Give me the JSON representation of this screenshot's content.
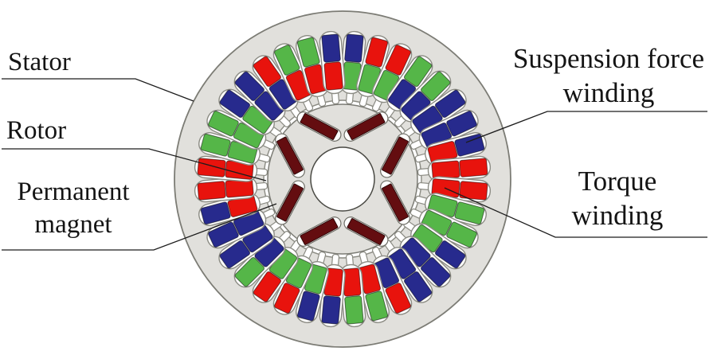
{
  "labels": {
    "stator": "Stator",
    "rotor": "Rotor",
    "permanent_magnet_line1": "Permanent",
    "permanent_magnet_line2": "magnet",
    "suspension_line1": "Suspension force",
    "suspension_line2": "winding",
    "torque_line1": "Torque",
    "torque_line2": "winding"
  },
  "colors": {
    "steel": "#e1e0dc",
    "steel_outline": "#7c7c75",
    "slot_outline": "#8b8b83",
    "winding_red": "#e8130d",
    "winding_green": "#55b648",
    "winding_blue": "#272a8d",
    "winding_stroke": "rgba(0,0,0,0.5)",
    "magnet": "#640d10",
    "magnet_stroke": "#30090a",
    "leader_line": "#1c1c1c",
    "background": "#ffffff"
  },
  "motor": {
    "stator_slot_count": 36,
    "winding_layers_per_slot": 2,
    "rotor_pole_count": 4,
    "magnets_per_pole": 2,
    "magnet_total": 8,
    "slots": [
      {
        "angle": 5,
        "outer": "B",
        "inner": "G"
      },
      {
        "angle": 15,
        "outer": "R",
        "inner": "G"
      },
      {
        "angle": 25,
        "outer": "R",
        "inner": "G"
      },
      {
        "angle": 35,
        "outer": "G",
        "inner": "B"
      },
      {
        "angle": 45,
        "outer": "G",
        "inner": "B"
      },
      {
        "angle": 55,
        "outer": "B",
        "inner": "B"
      },
      {
        "angle": 65,
        "outer": "B",
        "inner": "B"
      },
      {
        "angle": 75,
        "outer": "B",
        "inner": "R"
      },
      {
        "angle": 85,
        "outer": "R",
        "inner": "R"
      },
      {
        "angle": 95,
        "outer": "R",
        "inner": "R"
      },
      {
        "angle": 105,
        "outer": "G",
        "inner": "G"
      },
      {
        "angle": 115,
        "outer": "G",
        "inner": "G"
      },
      {
        "angle": 125,
        "outer": "B",
        "inner": "G"
      },
      {
        "angle": 135,
        "outer": "B",
        "inner": "B"
      },
      {
        "angle": 145,
        "outer": "B",
        "inner": "B"
      },
      {
        "angle": 155,
        "outer": "R",
        "inner": "B"
      },
      {
        "angle": 165,
        "outer": "G",
        "inner": "R"
      },
      {
        "angle": 175,
        "outer": "G",
        "inner": "R"
      },
      {
        "angle": 185,
        "outer": "B",
        "inner": "R"
      },
      {
        "angle": 195,
        "outer": "B",
        "inner": "G"
      },
      {
        "angle": 205,
        "outer": "R",
        "inner": "G"
      },
      {
        "angle": 215,
        "outer": "R",
        "inner": "G"
      },
      {
        "angle": 225,
        "outer": "G",
        "inner": "B"
      },
      {
        "angle": 235,
        "outer": "B",
        "inner": "B"
      },
      {
        "angle": 245,
        "outer": "B",
        "inner": "B"
      },
      {
        "angle": 255,
        "outer": "B",
        "inner": "R"
      },
      {
        "angle": 265,
        "outer": "R",
        "inner": "R"
      },
      {
        "angle": 275,
        "outer": "R",
        "inner": "R"
      },
      {
        "angle": 285,
        "outer": "G",
        "inner": "G"
      },
      {
        "angle": 295,
        "outer": "G",
        "inner": "G"
      },
      {
        "angle": 305,
        "outer": "B",
        "inner": "G"
      },
      {
        "angle": 315,
        "outer": "B",
        "inner": "B"
      },
      {
        "angle": 325,
        "outer": "R",
        "inner": "B"
      },
      {
        "angle": 335,
        "outer": "G",
        "inner": "R"
      },
      {
        "angle": 345,
        "outer": "G",
        "inner": "R"
      },
      {
        "angle": 355,
        "outer": "B",
        "inner": "R"
      }
    ]
  }
}
